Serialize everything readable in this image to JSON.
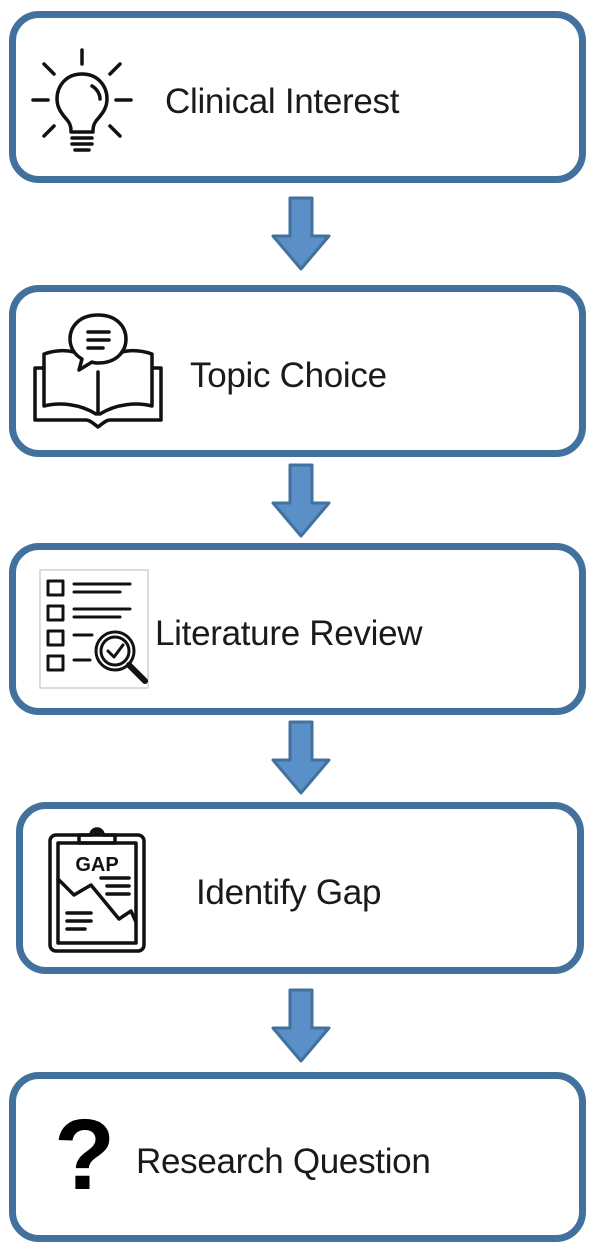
{
  "steps": [
    {
      "label": "Clinical Interest",
      "icon": "lightbulb-icon"
    },
    {
      "label": "Topic Choice",
      "icon": "open-book-speech-icon"
    },
    {
      "label": "Literature Review",
      "icon": "checklist-magnifier-icon"
    },
    {
      "label": "Identify Gap",
      "icon": "clipboard-gap-icon"
    },
    {
      "label": "Research Question",
      "icon": "question-mark-icon"
    }
  ],
  "icon_text": {
    "gap": "GAP"
  },
  "colors": {
    "box_border": "#41719c",
    "arrow_fill": "#5b8fc7",
    "arrow_stroke": "#41719c",
    "text": "#1a1a1a"
  }
}
